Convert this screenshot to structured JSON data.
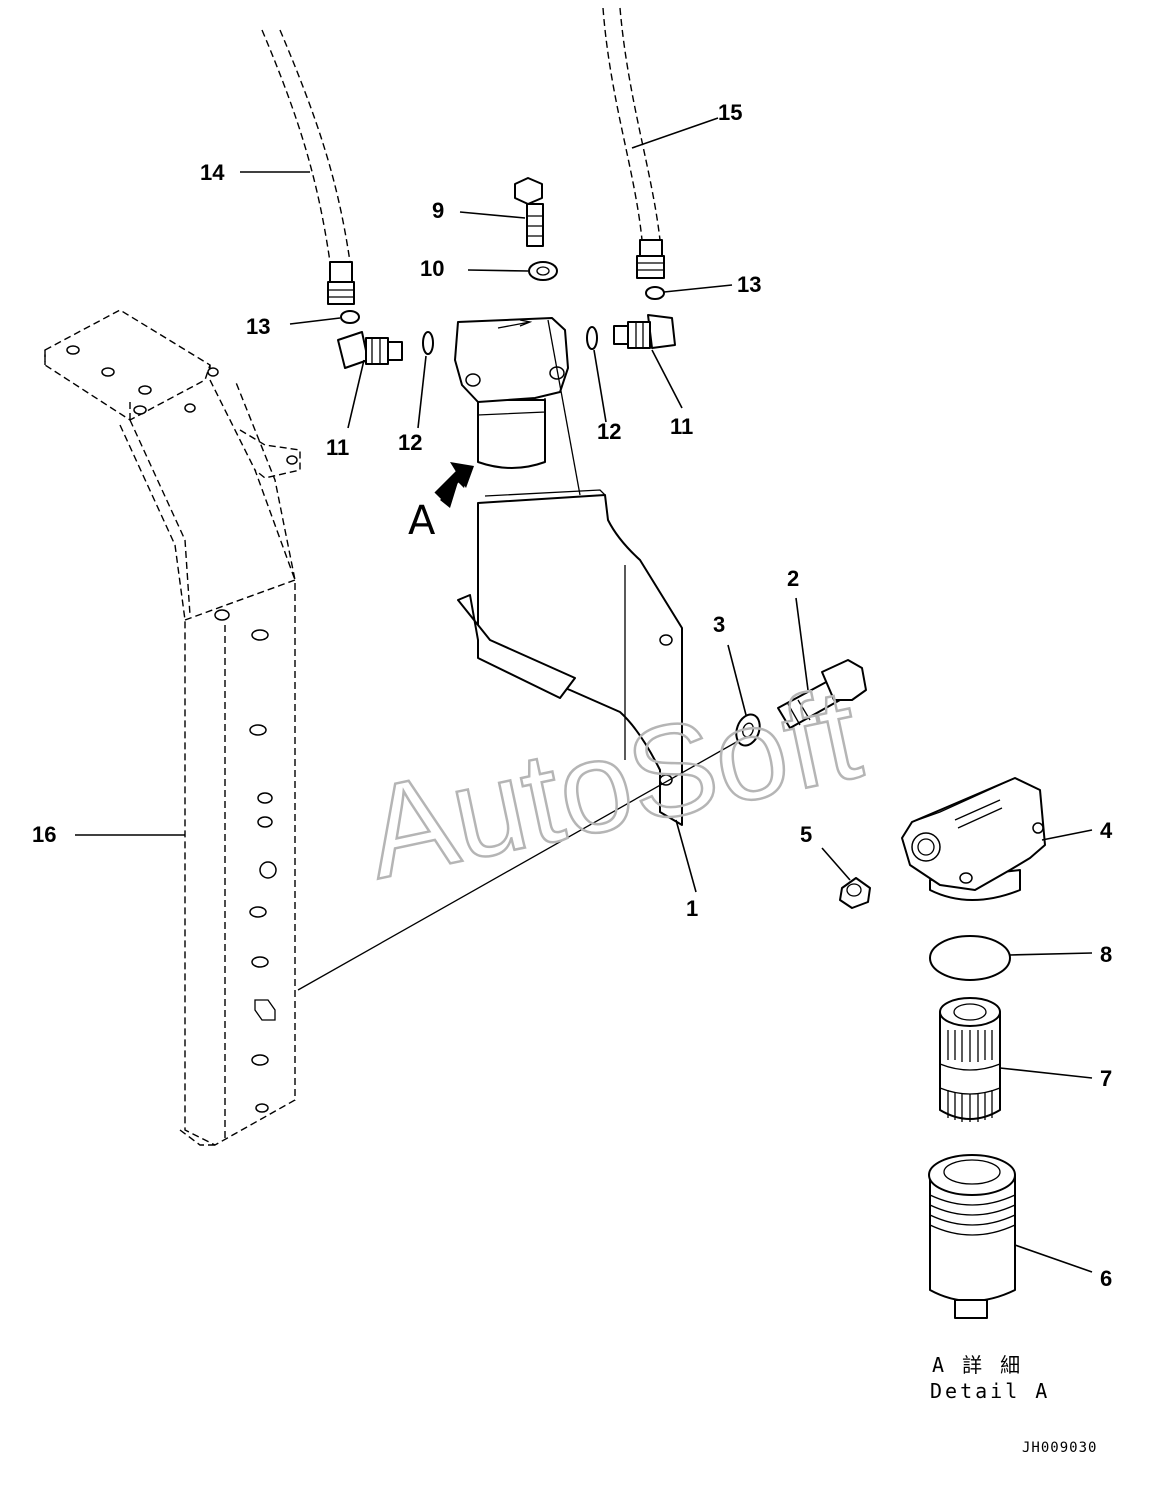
{
  "labels": {
    "p1": "1",
    "p2": "2",
    "p3": "3",
    "p4": "4",
    "p5": "5",
    "p6": "6",
    "p7": "7",
    "p8": "8",
    "p9": "9",
    "p10": "10",
    "p11a": "11",
    "p11b": "11",
    "p12a": "12",
    "p12b": "12",
    "p13a": "13",
    "p13b": "13",
    "p14": "14",
    "p15": "15",
    "p16": "16"
  },
  "view_marker": "A",
  "detail_title_jp": "A 詳 細",
  "detail_title_en": "Detail A",
  "drawing_code": "JH009030",
  "watermark": "AutoSoft"
}
